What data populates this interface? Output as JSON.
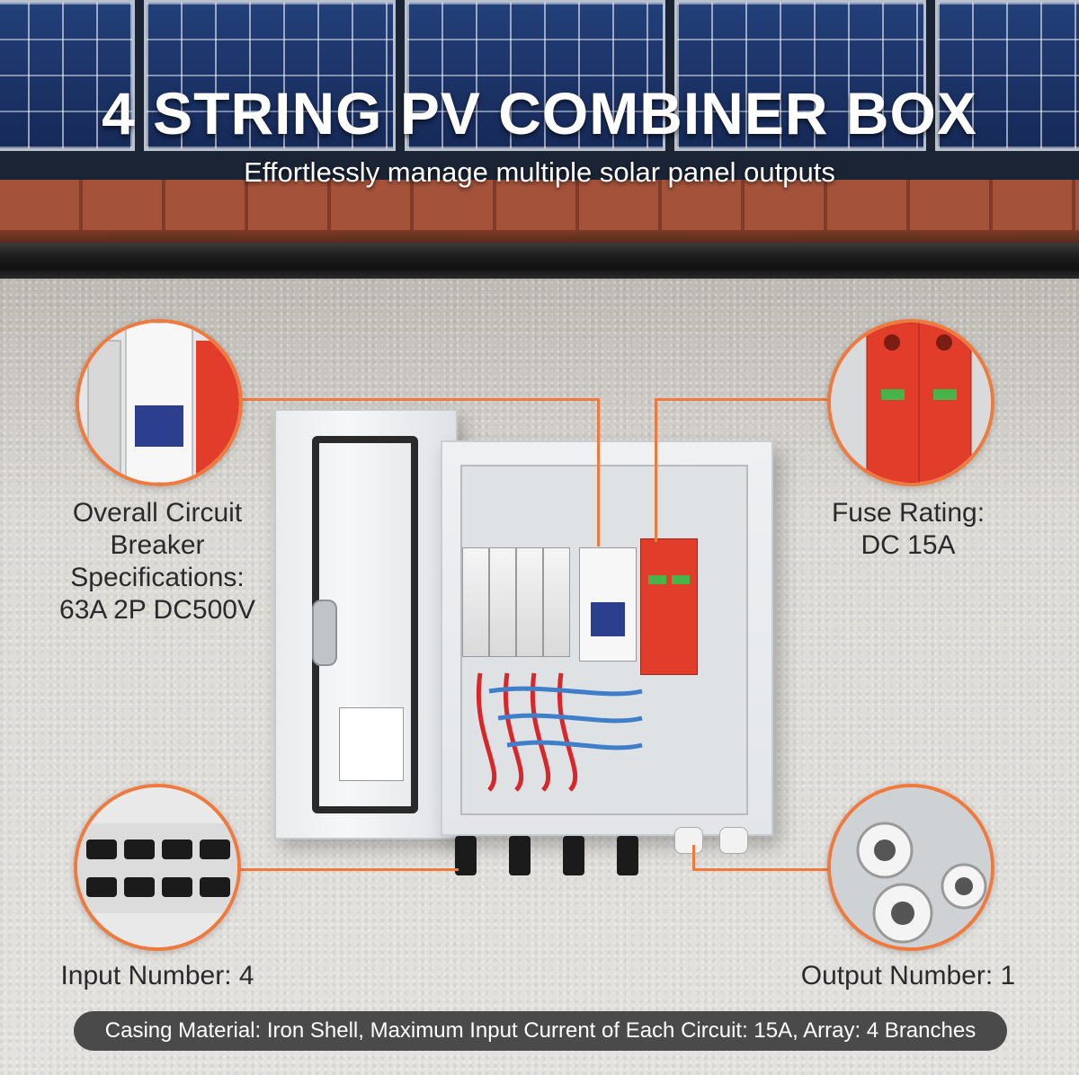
{
  "title": "4 STRING PV COMBINER BOX",
  "subtitle": "Effortlessly manage multiple solar panel outputs",
  "callouts": {
    "breaker": {
      "label_lines": [
        "Overall Circuit",
        "Breaker",
        "Specifications:",
        "63A 2P DC500V"
      ]
    },
    "fuse": {
      "label_lines": [
        "Fuse Rating:",
        "DC 15A"
      ]
    },
    "input": {
      "label": "Input Number: 4"
    },
    "output": {
      "label": "Output Number: 1"
    }
  },
  "footer": "Casing Material: Iron Shell, Maximum Input Current of Each Circuit: 15A, Array: 4 Branches",
  "colors": {
    "accent": "#f07a3e",
    "breaker_toggle": "#2c3f8f",
    "spd_red": "#e23c2a",
    "footer_bg": "#4a4a4a"
  }
}
